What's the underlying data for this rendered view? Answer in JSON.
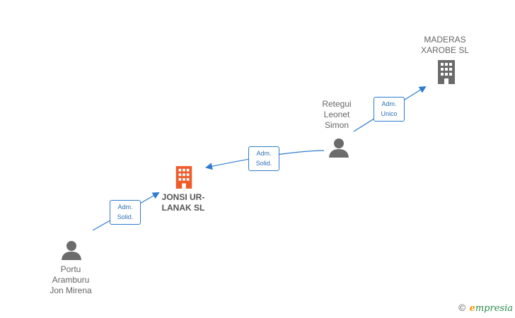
{
  "nodes": {
    "maderas": {
      "label": "MADERAS\nXAROBE SL",
      "type": "company",
      "color": "#6b6b6b"
    },
    "jonsi": {
      "label": "JONSI UR-\nLANAK SL",
      "type": "company",
      "color": "#f05a28"
    },
    "retegui": {
      "label": "Retegui\nLeonet\nSimon",
      "type": "person",
      "color": "#6b6b6b"
    },
    "portu": {
      "label": "Portu\nAramburu\nJon Mirena",
      "type": "person",
      "color": "#6b6b6b"
    }
  },
  "edges": {
    "retegui_maderas": {
      "label_1": "Adm.",
      "label_2": "Unico"
    },
    "retegui_jonsi": {
      "label_1": "Adm.",
      "label_2": "Solid."
    },
    "portu_jonsi": {
      "label_1": "Adm.",
      "label_2": "Solid."
    }
  },
  "footer": {
    "copyright": "©",
    "brand_e": "e",
    "brand_rest": "mpresia"
  },
  "colors": {
    "edge": "#2f7bd0"
  }
}
